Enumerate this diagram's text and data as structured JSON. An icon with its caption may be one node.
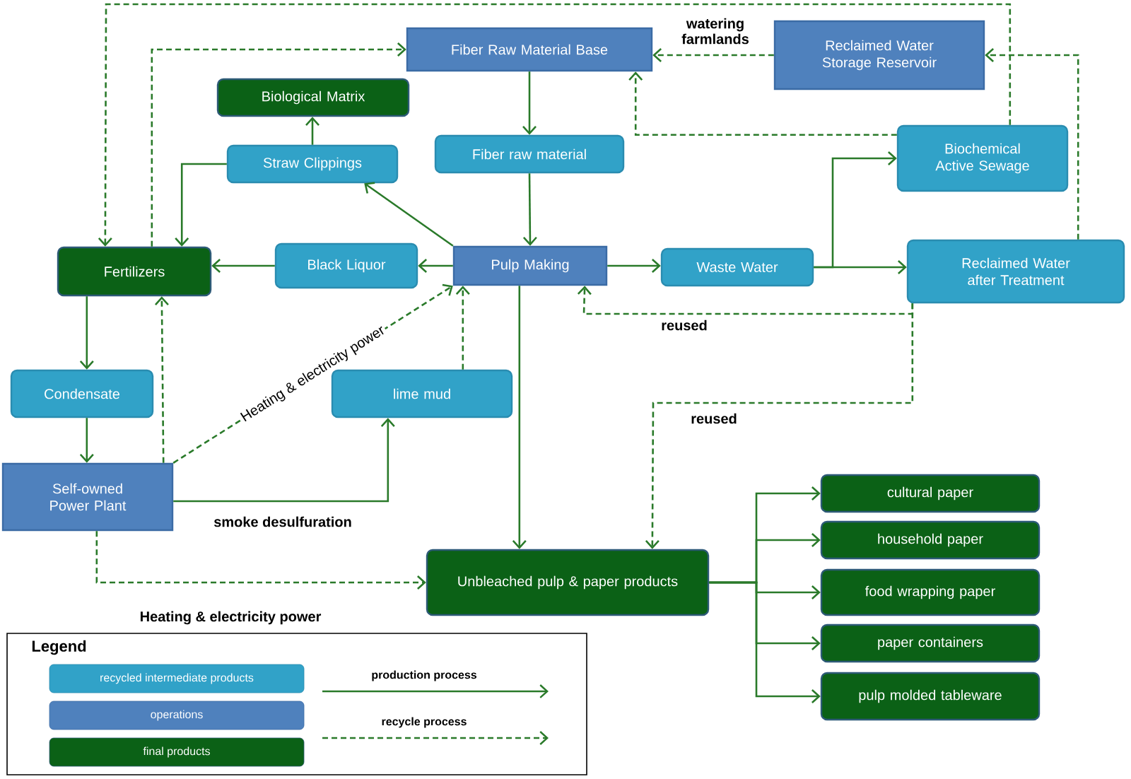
{
  "diagram": {
    "nodes": [
      {
        "text": [
          "Fiber Raw Material Base"
        ]
      },
      {
        "text": [
          "Reclaimed Water Storage Reservoir"
        ]
      },
      {
        "text": [
          "Biological Matrix"
        ]
      },
      {
        "text": [
          "Fiber raw material"
        ]
      },
      {
        "text": [
          "Straw Clippings"
        ]
      },
      {
        "text": [
          "Biochemical Active Sewage"
        ]
      },
      {
        "text": [
          "Black Liquor"
        ]
      },
      {
        "text": [
          "Fertilizers"
        ]
      },
      {
        "text": [
          "Pulp Making"
        ]
      },
      {
        "text": [
          "Waste Water"
        ]
      },
      {
        "text": [
          "Reclaimed Water after Treatment"
        ]
      },
      {
        "text": [
          "Condensate"
        ]
      },
      {
        "text": [
          "lime mud"
        ]
      },
      {
        "text": [
          "Self-owned Power Plant"
        ]
      },
      {
        "text": [
          "Unbleached pulp & paper products"
        ]
      },
      {
        "text": [
          "cultural paper"
        ]
      },
      {
        "text": [
          "household paper"
        ]
      },
      {
        "text": [
          "food wrapping paper"
        ]
      },
      {
        "text": [
          "paper containers"
        ]
      },
      {
        "text": [
          "pulp molded tableware"
        ]
      }
    ],
    "edges": [
      {
        "from": 0,
        "to": 3,
        "arrow": "to"
      },
      {
        "from": 3,
        "to": 8,
        "arrow": "to"
      },
      {
        "from": 8,
        "to": 6,
        "arrow": "to"
      },
      {
        "from": 6,
        "to": 7,
        "arrow": "to"
      },
      {
        "from": 8,
        "to": 4,
        "arrow": "to"
      },
      {
        "from": 4,
        "to": 2,
        "arrow": "to"
      },
      {
        "from": 4,
        "to": 7,
        "arrow": "to"
      },
      {
        "from": 8,
        "to": 9,
        "arrow": "to"
      },
      {
        "from": 9,
        "to": 5,
        "arrow": "to"
      },
      {
        "from": 9,
        "to": 10,
        "arrow": "to"
      },
      {
        "from": 7,
        "to": 0,
        "arrow": "to",
        "style": "dashed"
      },
      {
        "from": 5,
        "to": 7,
        "arrow": "to",
        "style": "dashed"
      },
      {
        "from": 1,
        "to": 0,
        "arrow": "to",
        "style": "dashed",
        "label": "watering farmlands"
      },
      {
        "from": 5,
        "to": 0,
        "arrow": "to",
        "style": "dashed"
      },
      {
        "from": 10,
        "to": 1,
        "arrow": "to",
        "style": "dashed"
      },
      {
        "from": 10,
        "to": 8,
        "arrow": "to",
        "style": "dashed",
        "label": "reused"
      },
      {
        "from": 10,
        "to": 14,
        "arrow": "to",
        "style": "dashed",
        "label": "reused"
      },
      {
        "from": 7,
        "to": 11,
        "arrow": "to"
      },
      {
        "from": 11,
        "to": 13,
        "arrow": "to"
      },
      {
        "from": 13,
        "to": 7,
        "arrow": "to",
        "style": "dashed"
      },
      {
        "from": 13,
        "to": 8,
        "arrow": "to",
        "style": "dashed",
        "label": "Heating & electricity power"
      },
      {
        "from": 12,
        "to": 8,
        "arrow": "to",
        "style": "dashed"
      },
      {
        "from": 13,
        "to": 12,
        "arrow": "to",
        "label": "smoke desulfuration"
      },
      {
        "from": 13,
        "to": 14,
        "arrow": "to",
        "style": "dashed",
        "label": "Heating & electricity power"
      },
      {
        "from": 8,
        "to": 14,
        "arrow": "to"
      },
      {
        "from": 14,
        "to": 15,
        "arrow": "to"
      },
      {
        "from": 14,
        "to": 16,
        "arrow": "to"
      },
      {
        "from": 14,
        "to": 17,
        "arrow": "to"
      },
      {
        "from": 14,
        "to": 18,
        "arrow": "to"
      },
      {
        "from": 14,
        "to": 19,
        "arrow": "to"
      }
    ],
    "labels": [
      "Legend"
    ],
    "legend": [
      {
        "text": "recycled intermediate products",
        "color": "#31a2c8"
      },
      {
        "text": "operations",
        "color": "#4f81bd"
      },
      {
        "text": "final products",
        "color": "#0b6116"
      },
      {
        "text": "production process"
      },
      {
        "text": "recycle process"
      }
    ]
  }
}
